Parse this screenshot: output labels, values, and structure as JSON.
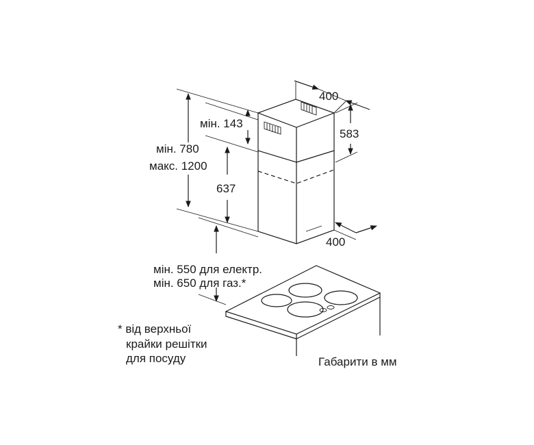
{
  "labels": {
    "top_width": "400",
    "bottom_width": "400",
    "upper_height": "583",
    "min_upper": "мін. 143",
    "total_min": "мін. 780",
    "total_max": "макс. 1200",
    "lower_height": "637",
    "clearance_electric": "мін. 550 для електр.",
    "clearance_gas": "мін. 650 для газ.*",
    "footnote_line1": "* від верхньої",
    "footnote_line2": "крайки решітки",
    "footnote_line3": "для посуду",
    "units_note": "Габарити в мм"
  },
  "colors": {
    "line": "#1a1a1a",
    "background": "#ffffff"
  }
}
